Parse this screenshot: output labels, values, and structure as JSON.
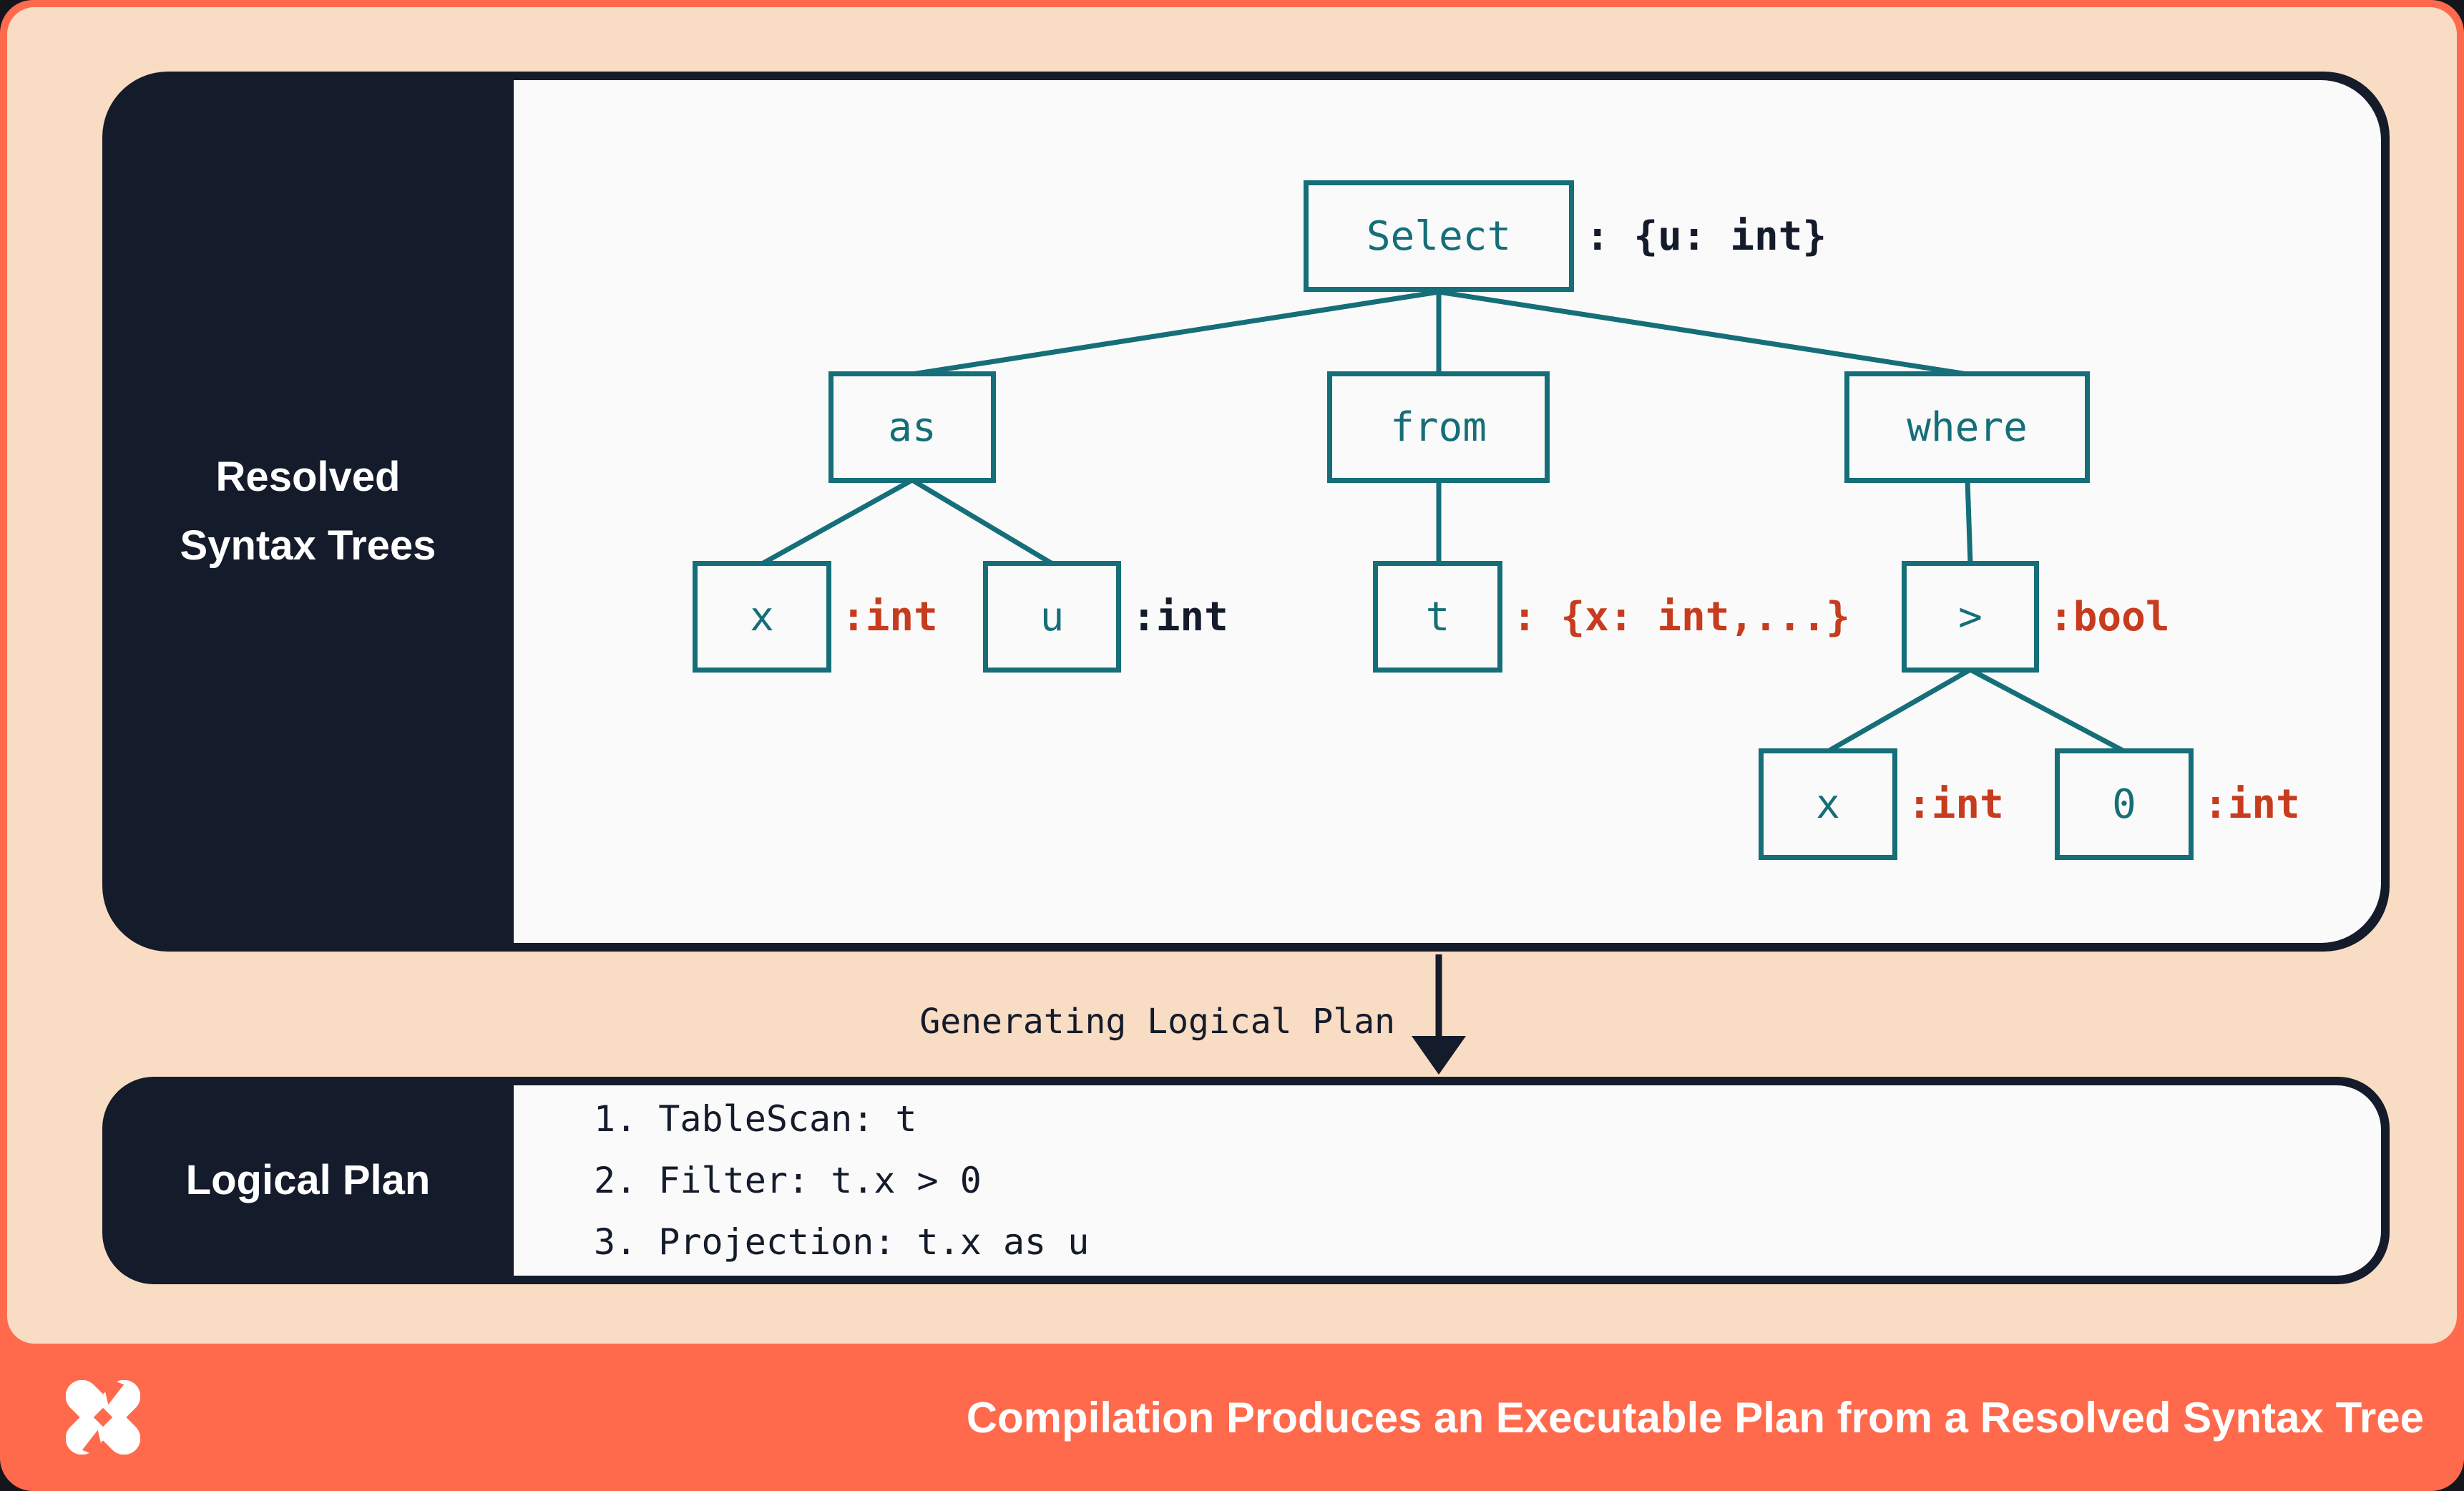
{
  "colors": {
    "accent_teal": "#156E78",
    "accent_red": "#C73C1E",
    "dark_navy": "#141B2B",
    "peach_background": "#F8DCC3",
    "orange_frame": "#FF6A4D",
    "panel_background": "#FAFAFA"
  },
  "resolved_panel": {
    "title_lines": [
      "Resolved",
      "Syntax Trees"
    ],
    "tree": {
      "nodes": {
        "select": {
          "label": "Select",
          "type": ": {u: int}"
        },
        "as": {
          "label": "as"
        },
        "from": {
          "label": "from"
        },
        "where": {
          "label": "where"
        },
        "x_as": {
          "label": "x",
          "type": ":int"
        },
        "u_as": {
          "label": "u",
          "type": ":int"
        },
        "t_from": {
          "label": "t",
          "type": ": {x: int,...}"
        },
        "gt_where": {
          "label": ">",
          "type": ":bool"
        },
        "x_gt": {
          "label": "x",
          "type": ":int"
        },
        "zero_gt": {
          "label": "0",
          "type": ":int"
        }
      }
    }
  },
  "transition": {
    "label": "Generating Logical Plan"
  },
  "logical_panel": {
    "title": "Logical Plan",
    "steps": [
      "1. TableScan: t",
      "2. Filter: t.x > 0",
      "3. Projection: t.x as u"
    ]
  },
  "footer": {
    "title": "Compilation Produces an Executable Plan from a Resolved Syntax Tree"
  }
}
